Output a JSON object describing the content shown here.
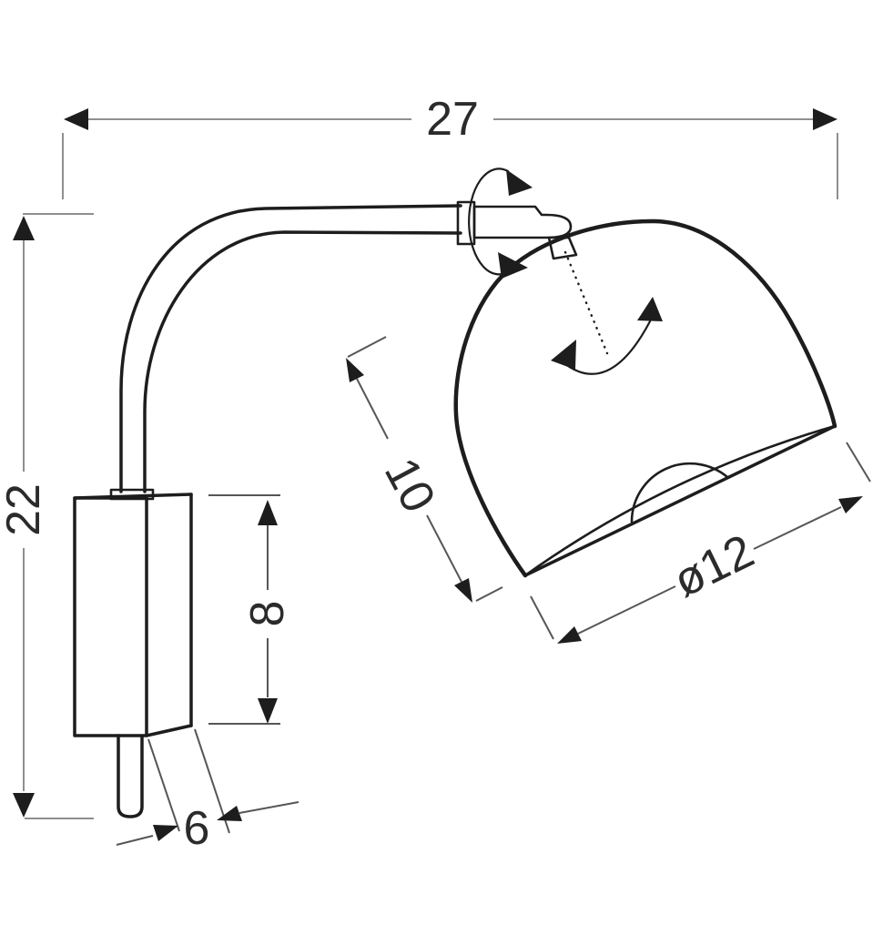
{
  "page": {
    "background": "#ffffff",
    "type": "technical dimension drawing",
    "subject": "wall-mounted lamp with curved arm and adjustable dome shade"
  },
  "colors": {
    "object_outline": "#1d1d1d",
    "dimension_line_light": "#8f8f8f",
    "dimension_line_dark": "#565656",
    "arrowhead": "#1d1d1d",
    "label_text": "#2b2b2b"
  },
  "dimensions": {
    "total_width": {
      "label": "27"
    },
    "total_height": {
      "label": "22"
    },
    "shade_length": {
      "label": "10"
    },
    "bracket_height": {
      "label": "8"
    },
    "bracket_depth": {
      "label": "6"
    },
    "shade_diameter": {
      "label": "ø12"
    }
  }
}
